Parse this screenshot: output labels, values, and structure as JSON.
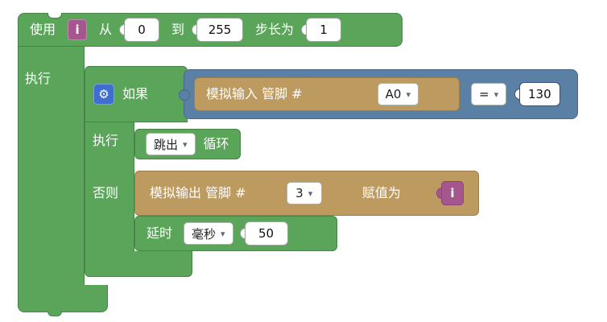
{
  "colors": {
    "control_green": "#5ba55b",
    "logic_blue": "#5b80a5",
    "io_brown": "#bc9a60",
    "variable_pink": "#a5578d",
    "gear_blue": "#3e6ed0",
    "field_bg": "#ffffff"
  },
  "for_block": {
    "use_label": "使用",
    "variable": "i",
    "from_label": "从",
    "from_value": "0",
    "to_label": "到",
    "to_value": "255",
    "step_label": "步长为",
    "step_value": "1",
    "do_label": "执行"
  },
  "if_block": {
    "gear_icon": "mutator-gear",
    "if_label": "如果",
    "do_label": "执行",
    "else_label": "否则"
  },
  "condition": {
    "analog_read_label": "模拟输入 管脚 #",
    "pin": "A0",
    "operator": "=",
    "compare_value": "130"
  },
  "break_block": {
    "selected_option": "跳出",
    "suffix_label": "循环"
  },
  "analog_write_block": {
    "label": "模拟输出 管脚 #",
    "pin": "3",
    "assign_label": "赋值为",
    "value_variable": "i"
  },
  "delay_block": {
    "label": "延时",
    "unit": "毫秒",
    "value": "50"
  }
}
